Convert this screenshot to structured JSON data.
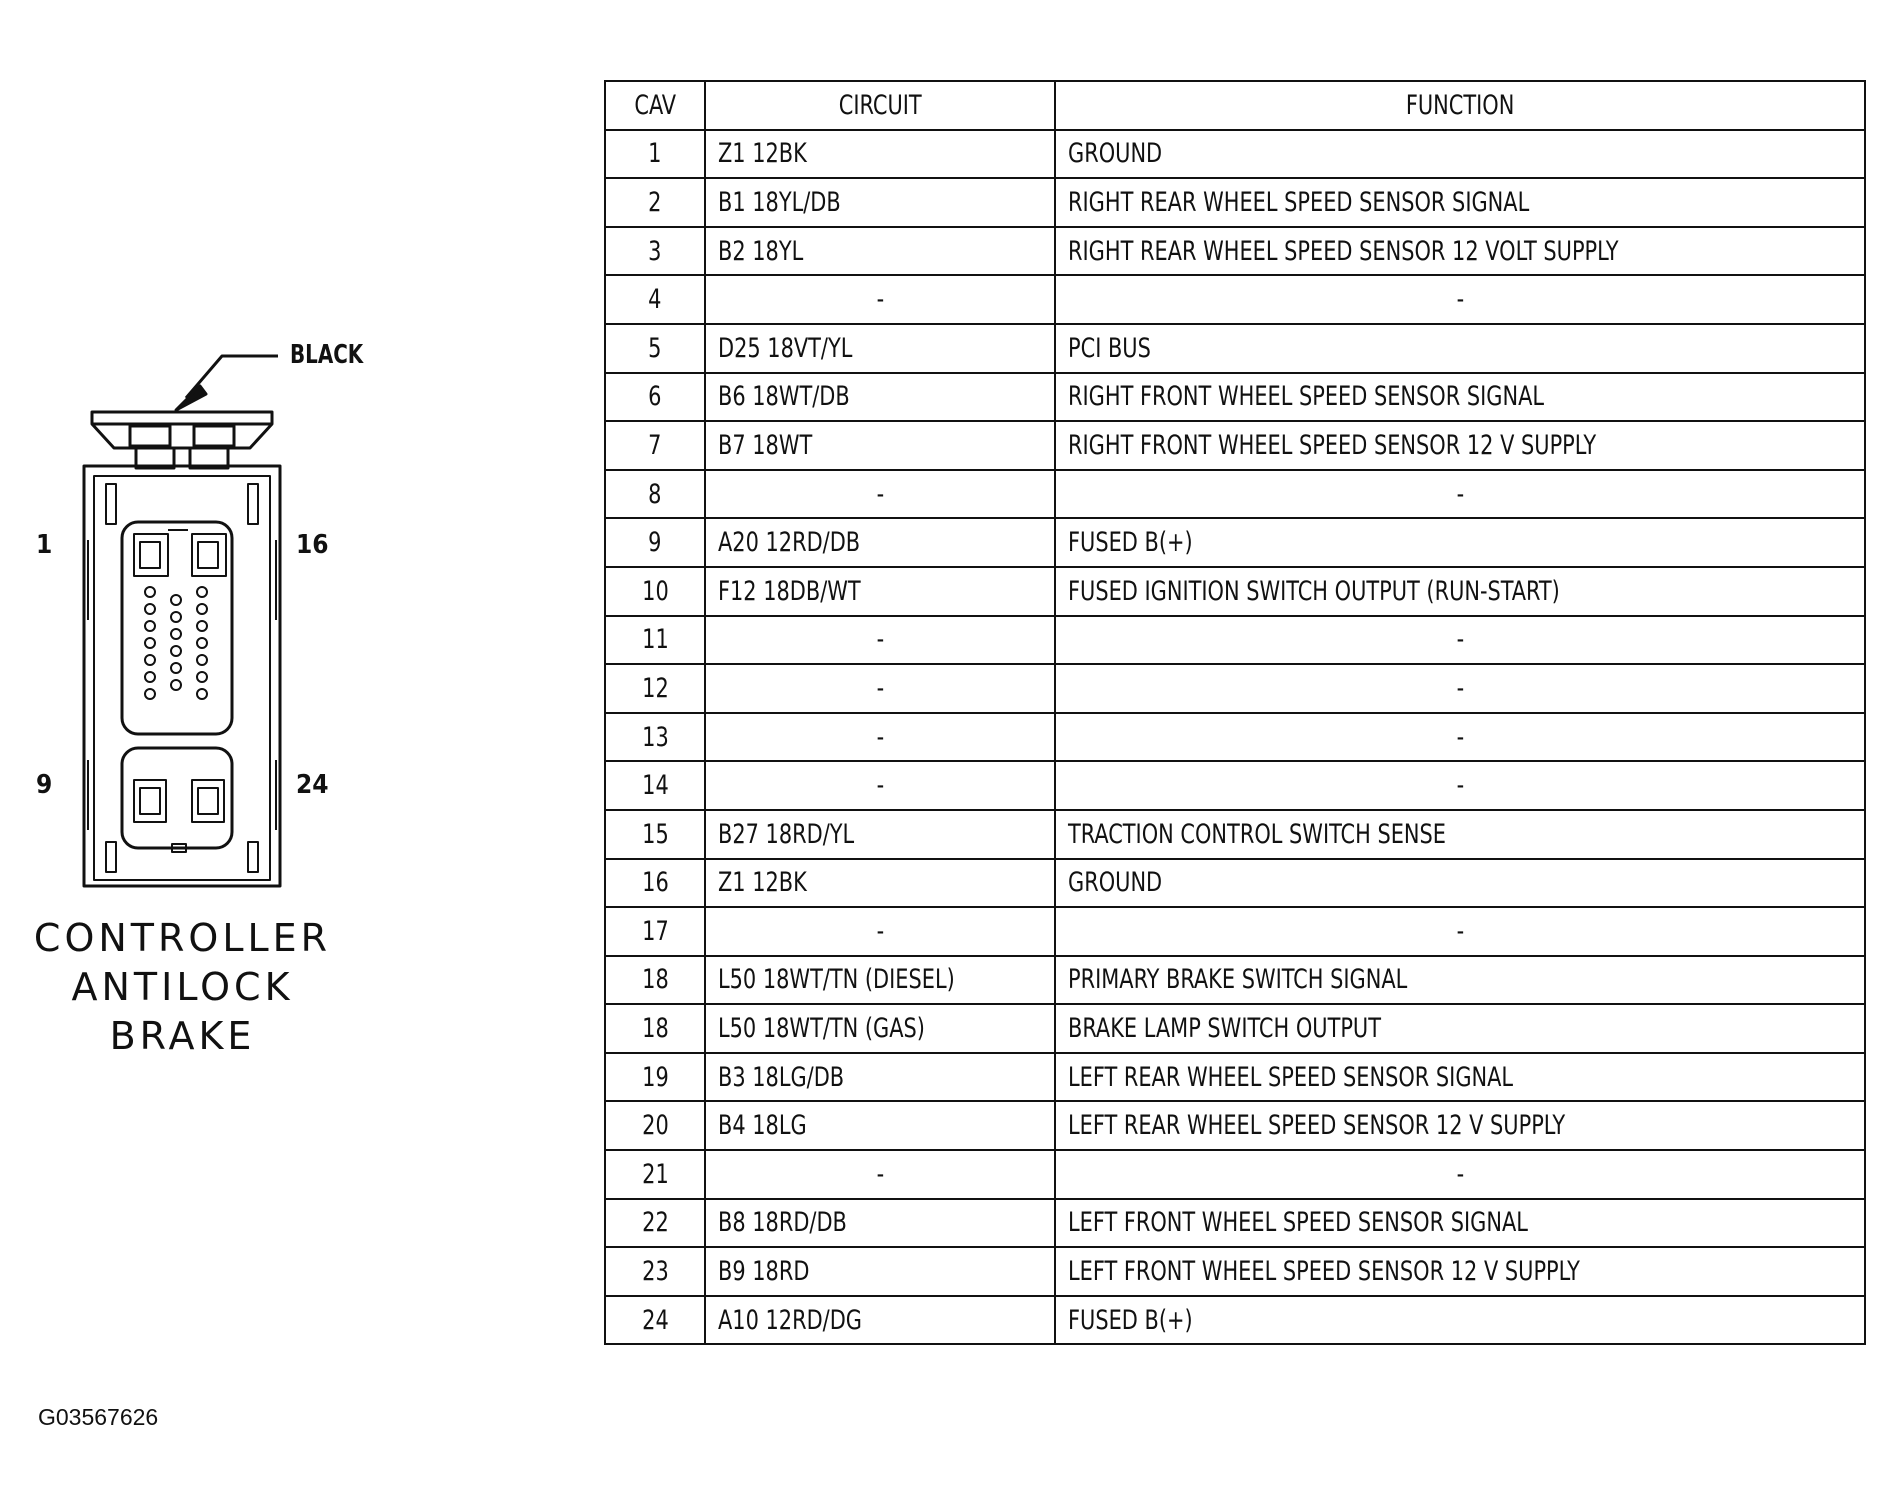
{
  "figure": {
    "callout_label": "BLACK",
    "pin_labels": {
      "top_left": "1",
      "top_right": "16",
      "bottom_left": "9",
      "bottom_right": "24"
    },
    "title_lines": [
      "CONTROLLER",
      "ANTILOCK",
      "BRAKE"
    ],
    "figure_id": "G03567626"
  },
  "table": {
    "headers": [
      "CAV",
      "CIRCUIT",
      "FUNCTION"
    ],
    "rows": [
      {
        "cav": "1",
        "circuit": "Z1 12BK",
        "function": "GROUND"
      },
      {
        "cav": "2",
        "circuit": "B1 18YL/DB",
        "function": "RIGHT REAR WHEEL SPEED SENSOR SIGNAL"
      },
      {
        "cav": "3",
        "circuit": "B2 18YL",
        "function": "RIGHT REAR WHEEL SPEED SENSOR 12 VOLT SUPPLY"
      },
      {
        "cav": "4",
        "circuit": "-",
        "function": "-"
      },
      {
        "cav": "5",
        "circuit": "D25 18VT/YL",
        "function": "PCI BUS"
      },
      {
        "cav": "6",
        "circuit": "B6 18WT/DB",
        "function": "RIGHT FRONT WHEEL SPEED SENSOR SIGNAL"
      },
      {
        "cav": "7",
        "circuit": "B7 18WT",
        "function": "RIGHT FRONT WHEEL SPEED SENSOR 12 V SUPPLY"
      },
      {
        "cav": "8",
        "circuit": "-",
        "function": "-"
      },
      {
        "cav": "9",
        "circuit": "A20 12RD/DB",
        "function": "FUSED B(+)"
      },
      {
        "cav": "10",
        "circuit": "F12 18DB/WT",
        "function": "FUSED IGNITION SWITCH OUTPUT (RUN-START)"
      },
      {
        "cav": "11",
        "circuit": "-",
        "function": "-"
      },
      {
        "cav": "12",
        "circuit": "-",
        "function": "-"
      },
      {
        "cav": "13",
        "circuit": "-",
        "function": "-"
      },
      {
        "cav": "14",
        "circuit": "-",
        "function": "-"
      },
      {
        "cav": "15",
        "circuit": "B27 18RD/YL",
        "function": "TRACTION CONTROL SWITCH SENSE"
      },
      {
        "cav": "16",
        "circuit": "Z1 12BK",
        "function": "GROUND"
      },
      {
        "cav": "17",
        "circuit": "-",
        "function": "-"
      },
      {
        "cav": "18",
        "circuit": "L50 18WT/TN (DIESEL)",
        "function": "PRIMARY BRAKE SWITCH SIGNAL"
      },
      {
        "cav": "18",
        "circuit": "L50 18WT/TN (GAS)",
        "function": "BRAKE LAMP SWITCH OUTPUT"
      },
      {
        "cav": "19",
        "circuit": "B3 18LG/DB",
        "function": "LEFT REAR WHEEL SPEED SENSOR SIGNAL"
      },
      {
        "cav": "20",
        "circuit": "B4 18LG",
        "function": "LEFT REAR WHEEL SPEED SENSOR 12 V SUPPLY"
      },
      {
        "cav": "21",
        "circuit": "-",
        "function": "-"
      },
      {
        "cav": "22",
        "circuit": "B8 18RD/DB",
        "function": "LEFT FRONT WHEEL SPEED SENSOR SIGNAL"
      },
      {
        "cav": "23",
        "circuit": "B9 18RD",
        "function": "LEFT FRONT WHEEL SPEED SENSOR 12 V SUPPLY"
      },
      {
        "cav": "24",
        "circuit": "A10 12RD/DG",
        "function": "FUSED B(+)"
      }
    ]
  }
}
